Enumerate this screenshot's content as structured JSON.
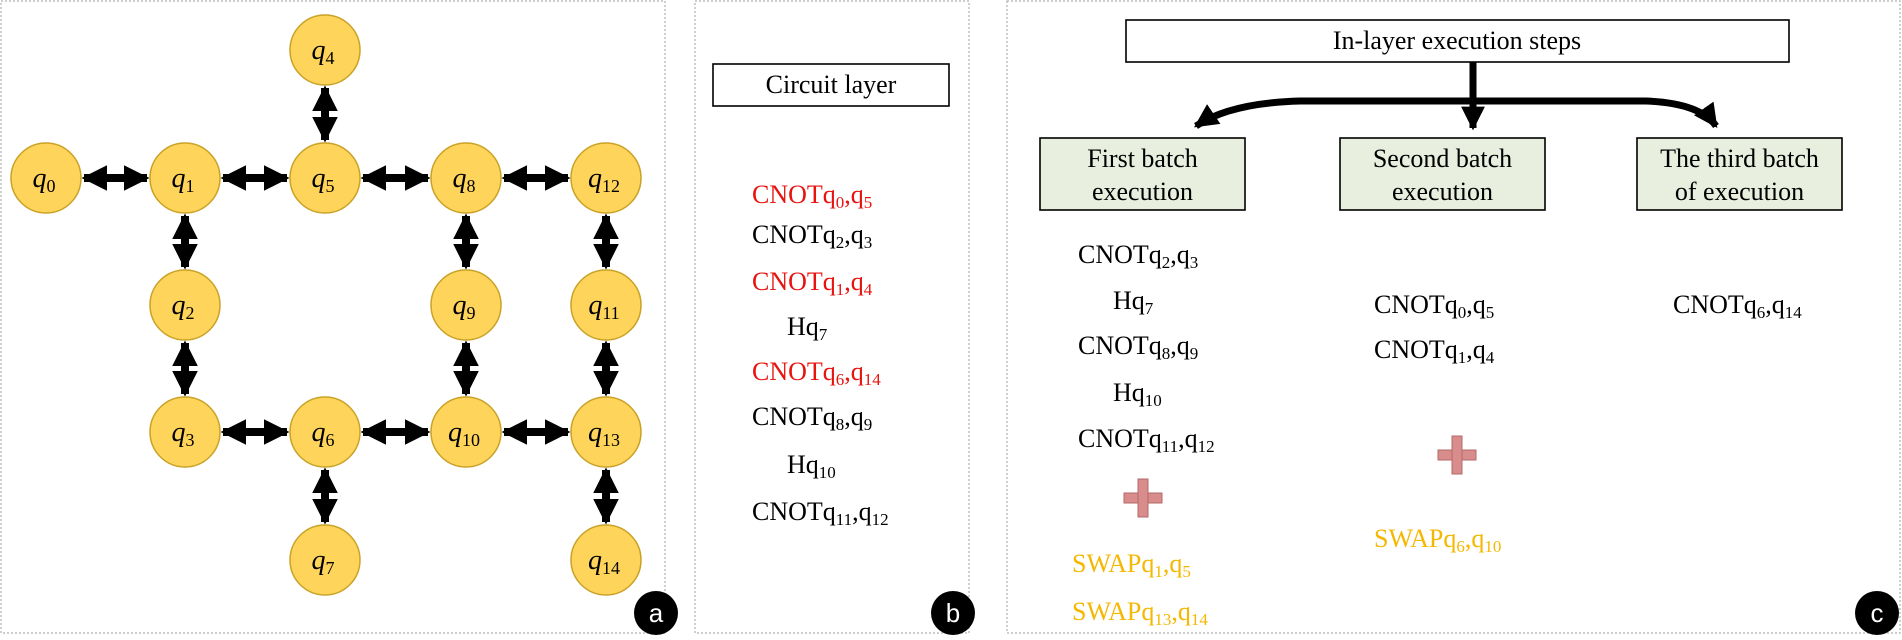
{
  "colors": {
    "node_fill": "#FFD45A",
    "red_gate": "#E8130F",
    "black_gate": "#000000",
    "swap_gate": "#F5B800",
    "batch_box_fill": "#E8EFDF",
    "plus": "#D98C8C"
  },
  "panel_a": {
    "badge": "a",
    "nodes": [
      {
        "id": "q0",
        "letter": "q",
        "index": "0"
      },
      {
        "id": "q1",
        "letter": "q",
        "index": "1"
      },
      {
        "id": "q2",
        "letter": "q",
        "index": "2"
      },
      {
        "id": "q3",
        "letter": "q",
        "index": "3"
      },
      {
        "id": "q4",
        "letter": "q",
        "index": "4"
      },
      {
        "id": "q5",
        "letter": "q",
        "index": "5"
      },
      {
        "id": "q6",
        "letter": "q",
        "index": "6"
      },
      {
        "id": "q7",
        "letter": "q",
        "index": "7"
      },
      {
        "id": "q8",
        "letter": "q",
        "index": "8"
      },
      {
        "id": "q9",
        "letter": "q",
        "index": "9"
      },
      {
        "id": "q10",
        "letter": "q",
        "index": "10"
      },
      {
        "id": "q11",
        "letter": "q",
        "index": "11"
      },
      {
        "id": "q12",
        "letter": "q",
        "index": "12"
      },
      {
        "id": "q13",
        "letter": "q",
        "index": "13"
      },
      {
        "id": "q14",
        "letter": "q",
        "index": "14"
      }
    ],
    "edges": [
      [
        "q0",
        "q1"
      ],
      [
        "q1",
        "q5"
      ],
      [
        "q5",
        "q8"
      ],
      [
        "q8",
        "q12"
      ],
      [
        "q4",
        "q5"
      ],
      [
        "q1",
        "q2"
      ],
      [
        "q2",
        "q3"
      ],
      [
        "q3",
        "q6"
      ],
      [
        "q6",
        "q10"
      ],
      [
        "q10",
        "q13"
      ],
      [
        "q6",
        "q7"
      ],
      [
        "q8",
        "q9"
      ],
      [
        "q9",
        "q10"
      ],
      [
        "q12",
        "q11"
      ],
      [
        "q11",
        "q13"
      ],
      [
        "q13",
        "q14"
      ]
    ]
  },
  "panel_b": {
    "badge": "b",
    "title": "Circuit layer",
    "gates": [
      {
        "gate": "CNOT",
        "args": [
          {
            "q": "q",
            "i": "0"
          },
          {
            "q": "q",
            "i": "5"
          }
        ],
        "color": "red"
      },
      {
        "gate": "CNOT",
        "args": [
          {
            "q": "q",
            "i": "2"
          },
          {
            "q": "q",
            "i": "3"
          }
        ],
        "color": "black"
      },
      {
        "gate": "CNOT",
        "args": [
          {
            "q": "q",
            "i": "1"
          },
          {
            "q": "q",
            "i": "4"
          }
        ],
        "color": "red"
      },
      {
        "gate": "H",
        "args": [
          {
            "q": "q",
            "i": "7"
          }
        ],
        "color": "black"
      },
      {
        "gate": "CNOT",
        "args": [
          {
            "q": "q",
            "i": "6"
          },
          {
            "q": "q",
            "i": "14"
          }
        ],
        "color": "red"
      },
      {
        "gate": "CNOT",
        "args": [
          {
            "q": "q",
            "i": "8"
          },
          {
            "q": "q",
            "i": "9"
          }
        ],
        "color": "black"
      },
      {
        "gate": "H",
        "args": [
          {
            "q": "q",
            "i": "10"
          }
        ],
        "color": "black"
      },
      {
        "gate": "CNOT",
        "args": [
          {
            "q": "q",
            "i": "11"
          },
          {
            "q": "q",
            "i": "12"
          }
        ],
        "color": "black"
      }
    ]
  },
  "panel_c": {
    "badge": "c",
    "title": "In-layer execution steps",
    "batches": [
      {
        "line1": "First batch",
        "line2": "execution",
        "gates": [
          {
            "gate": "CNOT",
            "args": [
              {
                "q": "q",
                "i": "2"
              },
              {
                "q": "q",
                "i": "3"
              }
            ],
            "color": "black"
          },
          {
            "gate": "H",
            "args": [
              {
                "q": "q",
                "i": "7"
              }
            ],
            "color": "black"
          },
          {
            "gate": "CNOT",
            "args": [
              {
                "q": "q",
                "i": "8"
              },
              {
                "q": "q",
                "i": "9"
              }
            ],
            "color": "black"
          },
          {
            "gate": "H",
            "args": [
              {
                "q": "q",
                "i": "10"
              }
            ],
            "color": "black"
          },
          {
            "gate": "CNOT",
            "args": [
              {
                "q": "q",
                "i": "11"
              },
              {
                "q": "q",
                "i": "12"
              }
            ],
            "color": "black"
          }
        ],
        "plus": "+",
        "swaps": [
          {
            "gate": "SWAP",
            "args": [
              {
                "q": "q",
                "i": "1"
              },
              {
                "q": "q",
                "i": "5"
              }
            ],
            "color": "swap"
          },
          {
            "gate": "SWAP",
            "args": [
              {
                "q": "q",
                "i": "13"
              },
              {
                "q": "q",
                "i": "14"
              }
            ],
            "color": "swap"
          }
        ]
      },
      {
        "line1": "Second batch",
        "line2": "execution",
        "gates": [
          {
            "gate": "CNOT",
            "args": [
              {
                "q": "q",
                "i": "0"
              },
              {
                "q": "q",
                "i": "5"
              }
            ],
            "color": "black"
          },
          {
            "gate": "CNOT",
            "args": [
              {
                "q": "q",
                "i": "1"
              },
              {
                "q": "q",
                "i": "4"
              }
            ],
            "color": "black"
          }
        ],
        "plus": "+",
        "swaps": [
          {
            "gate": "SWAP",
            "args": [
              {
                "q": "q",
                "i": "6"
              },
              {
                "q": "q",
                "i": "10"
              }
            ],
            "color": "swap"
          }
        ]
      },
      {
        "line1": "The third batch",
        "line2": "of execution",
        "gates": [
          {
            "gate": "CNOT",
            "args": [
              {
                "q": "q",
                "i": "6"
              },
              {
                "q": "q",
                "i": "14"
              }
            ],
            "color": "black"
          }
        ],
        "plus": "",
        "swaps": []
      }
    ]
  }
}
